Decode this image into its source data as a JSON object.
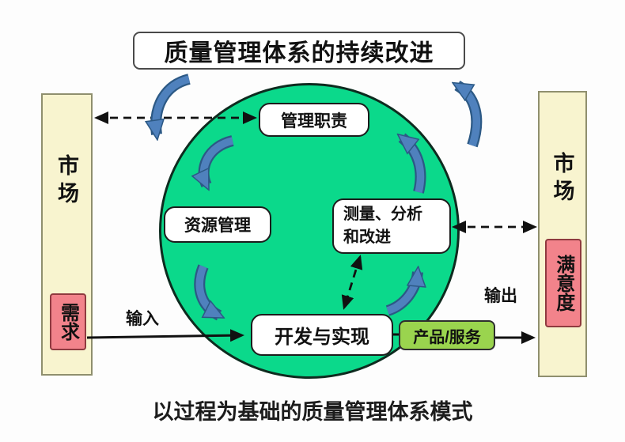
{
  "title": "质量管理体系的持续改进",
  "caption": "以过程为基础的质量管理体系模式",
  "left_market": {
    "label": "市场",
    "tag": "需求"
  },
  "right_market": {
    "label": "市场",
    "tag": "满意度"
  },
  "process_circle": {
    "management": "管理职责",
    "resource": "资源管理",
    "measurement": {
      "line1": "测量、分析",
      "line2": "和改进"
    },
    "realization": "开发与实现"
  },
  "flows": {
    "input": "输入",
    "output": "输出",
    "product": "产品/服务"
  },
  "colors": {
    "circle": "#0bd98b",
    "panel": "#f8f4cf",
    "panel-border": "#8f8f6e",
    "pink": "#f2838b",
    "pink-border": "#8f3a3f",
    "product": "#9ad44e",
    "blue": "#4f81bd",
    "blue-dark": "#2c5985",
    "ink": "#111111"
  }
}
